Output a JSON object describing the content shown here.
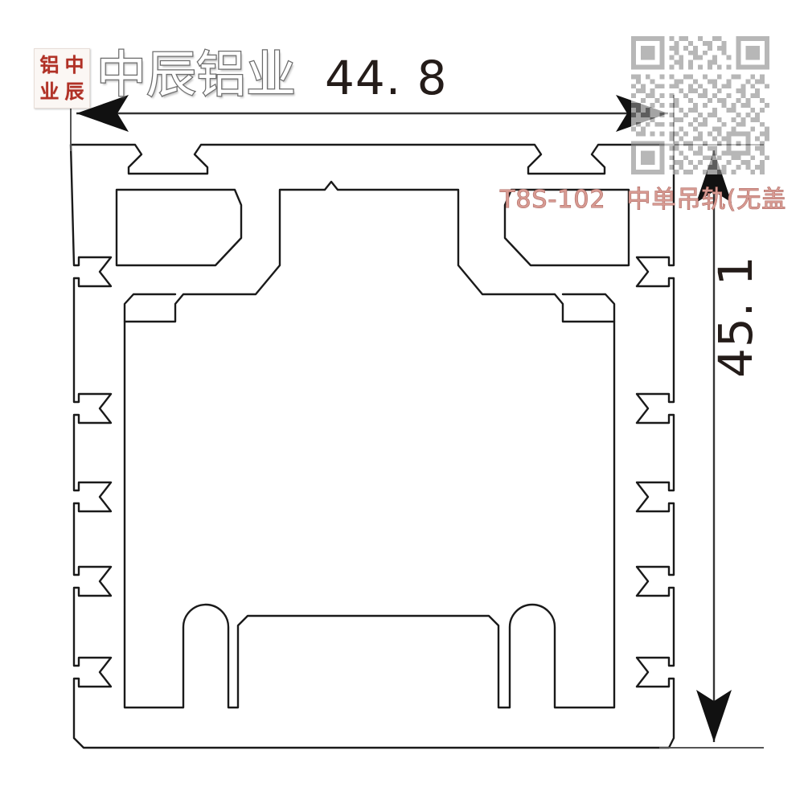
{
  "drawing": {
    "type": "aluminium-profile-cross-section",
    "line_color": "#1a1a1a",
    "background": "#ffffff"
  },
  "watermark": {
    "title": "中辰铝业",
    "seal_chars": [
      "铝",
      "中",
      "业",
      "辰"
    ],
    "seal_color": "#b03025",
    "qr_label": "qr-code-watermark"
  },
  "dimensions": {
    "width": {
      "value": "44. 8",
      "label": "overall-width-dimension",
      "orientation": "horizontal"
    },
    "height": {
      "value": "45. 1",
      "label": "overall-height-dimension",
      "orientation": "vertical"
    }
  },
  "product": {
    "code": "T8S-102",
    "name": "中单吊轨(无盖",
    "color": "#d79a92"
  }
}
